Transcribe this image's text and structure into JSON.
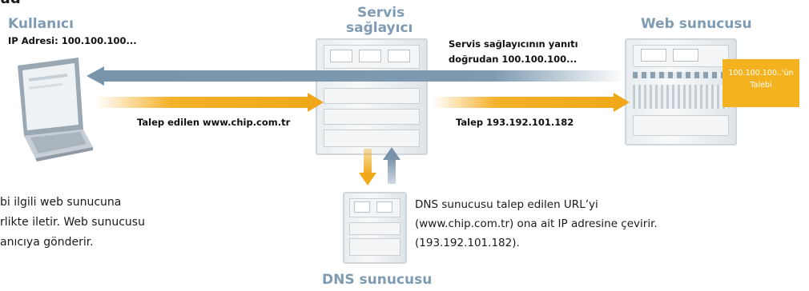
{
  "nodes": {
    "user_title": "Kullanıcı",
    "user_ip": "IP Adresi: 100.100.100...",
    "provider_title_line1": "Servis",
    "provider_title_line2": "sağlayıcı",
    "web_title": "Web sunucusu",
    "web_panel_line1": "100.100.100..'ün",
    "web_panel_line2": "Talebi",
    "dns_title": "DNS sunucusu"
  },
  "arrows": {
    "reply_label_line1": "Servis sağlayıcının yanıtı",
    "reply_label_line2": "doğrudan 100.100.100...",
    "request_user_label": "Talep edilen www.chip.com.tr",
    "request_web_label": "Talep 193.192.101.182"
  },
  "dns_note": {
    "line1": "DNS sunucusu talep edilen URL’yi",
    "line2": "(www.chip.com.tr) ona ait IP adresine çevirir.",
    "line3": "(193.192.101.182)."
  },
  "left_text": {
    "line1": "bi ilgili web sunucuna",
    "line2": "rlikte iletir. Web sunucusu",
    "line3": "anıcıya gönderir."
  },
  "colors": {
    "orange": "#f0a81a",
    "steel_blue": "#7893aa",
    "heading_blue": "#7f9bb3",
    "web_panel": "#f4b21e"
  }
}
